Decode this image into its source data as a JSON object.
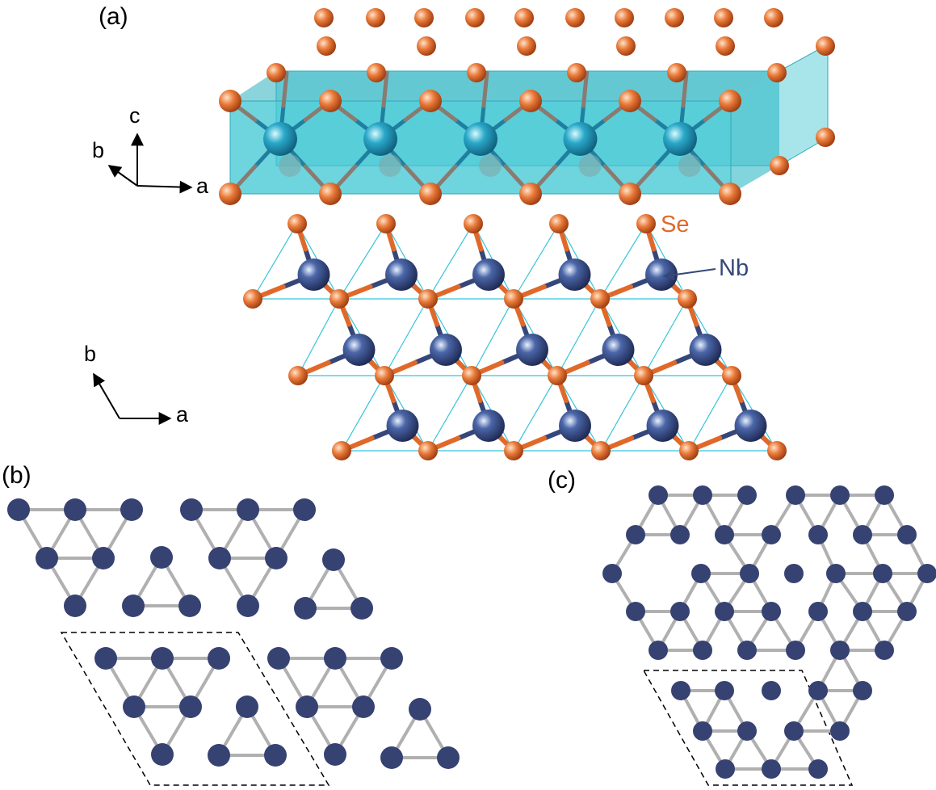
{
  "panels": {
    "a": "(a)",
    "b": "(b)",
    "c": "(c)"
  },
  "axes_side": {
    "a": "a",
    "b": "b",
    "c": "c"
  },
  "axes_top": {
    "a": "a",
    "b": "b"
  },
  "atoms": {
    "se": "Se",
    "nb": "Nb"
  },
  "colors": {
    "se": "#e0692a",
    "nb": "#35477a",
    "nb_side": "#2a9bbd",
    "prism_face": "#3ec5d3",
    "cell_line": "#36c4d8",
    "bond_gray": "#b0b0b0",
    "cluster_atom": "#364271",
    "text": "#000000"
  }
}
